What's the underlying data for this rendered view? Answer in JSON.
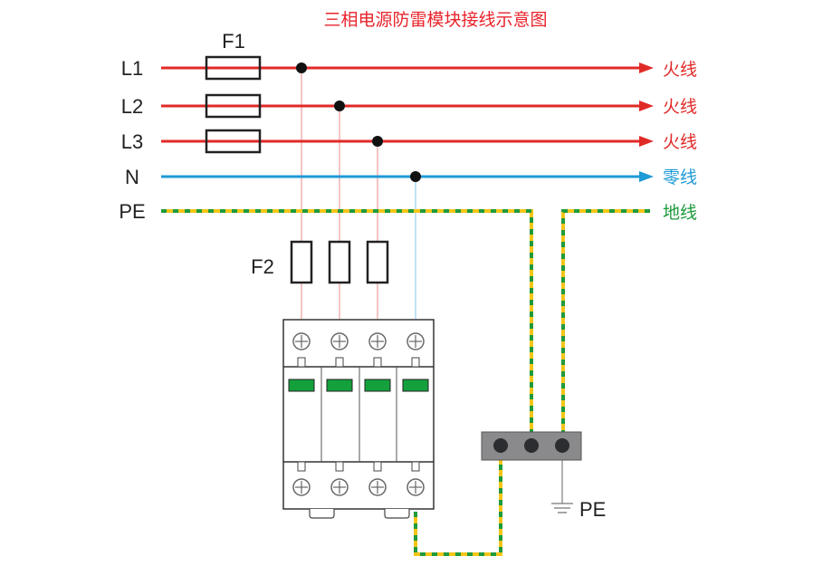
{
  "title": "三相电源防雷模块接线示意图",
  "fuse_labels": {
    "f1": "F1",
    "f2": "F2"
  },
  "lines": [
    {
      "id": "L1",
      "label": "L1",
      "dest": "火线",
      "color": "#e02a27",
      "kind": "live"
    },
    {
      "id": "L2",
      "label": "L2",
      "dest": "火线",
      "color": "#e02a27",
      "kind": "live"
    },
    {
      "id": "L3",
      "label": "L3",
      "dest": "火线",
      "color": "#e02a27",
      "kind": "live"
    },
    {
      "id": "N",
      "label": "N",
      "dest": "零线",
      "color": "#1e9ad6",
      "kind": "neutral"
    },
    {
      "id": "PE",
      "label": "PE",
      "dest": "地线",
      "color": "#1f9a3c",
      "kind": "earth"
    }
  ],
  "earth_colors": {
    "yellow": "#f5c518",
    "green": "#1f9a3c"
  },
  "module": {
    "poles": 4,
    "indicator_color": "#14a03c"
  },
  "ground_terminal": {
    "label": "PE",
    "holes": 3
  }
}
